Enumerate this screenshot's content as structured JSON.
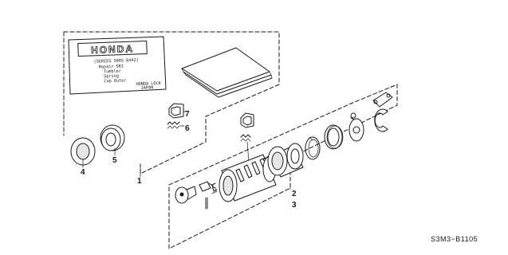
{
  "kit_card": {
    "brand": "HONDA",
    "series_line": "[SERIES 5005 8442]",
    "repair_line": "Repair SR1",
    "contents": [
      "Tumbler",
      "Spring",
      "Cap Outer"
    ],
    "maker": "HONDA LOCK",
    "country": "JAPAN"
  },
  "callouts": {
    "c1": "1",
    "c2": "2",
    "c3": "3",
    "c4": "4",
    "c5": "5",
    "c6": "6",
    "c7": "7"
  },
  "diagram_code": "S3M3−B1105"
}
